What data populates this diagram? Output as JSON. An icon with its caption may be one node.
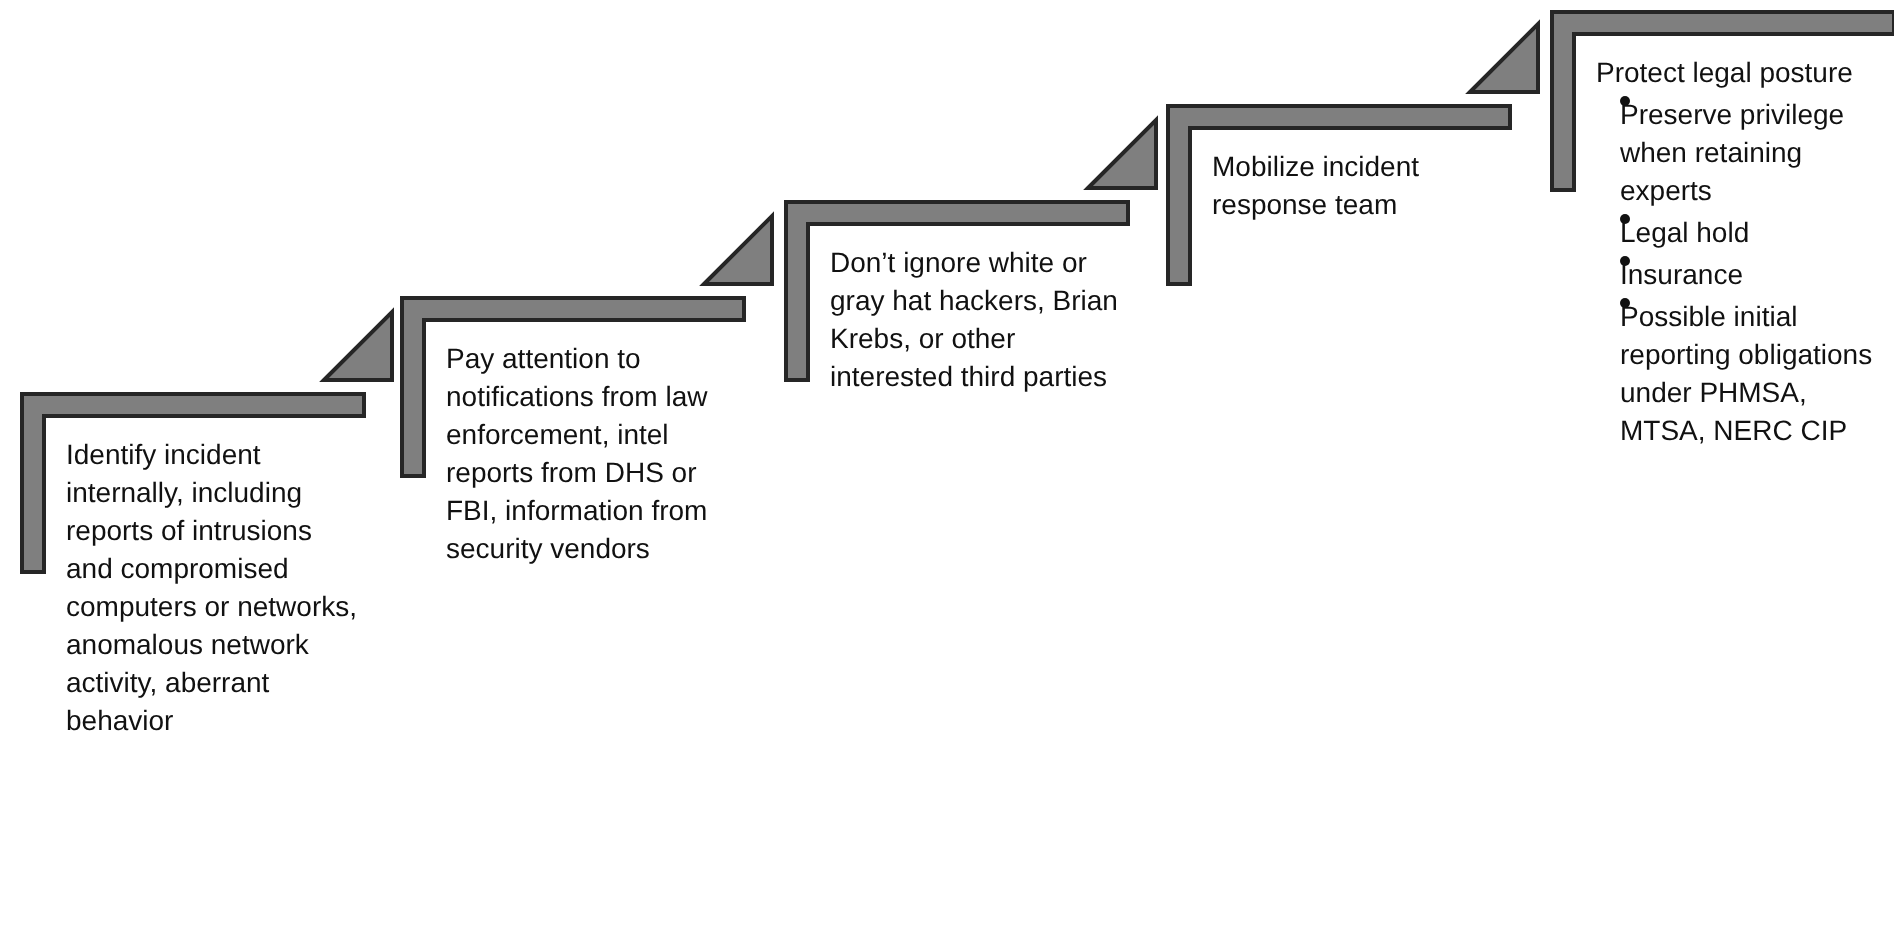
{
  "diagram": {
    "nodes": [
      {
        "text": [
          "Identify incident internally, including  reports of intrusions and compromised computers or networks, anomalous network activity, aberrant behavior"
        ]
      },
      {
        "text": [
          "Pay attention to notifications from law enforcement, intel  reports from DHS or FBI, information from security vendors"
        ]
      },
      {
        "text": [
          "Don’t ignore white or gray hat hackers, Brian Krebs,  or other interested third parties"
        ]
      },
      {
        "text": [
          "Mobilize incident response team"
        ]
      },
      {
        "text": [
          "Protect legal posture",
          "Preserve privilege when retaining experts",
          "Legal hold",
          "Insurance",
          "Possible initial reporting obligations under PHMSA, MTSA, NERC CIP"
        ]
      }
    ]
  }
}
